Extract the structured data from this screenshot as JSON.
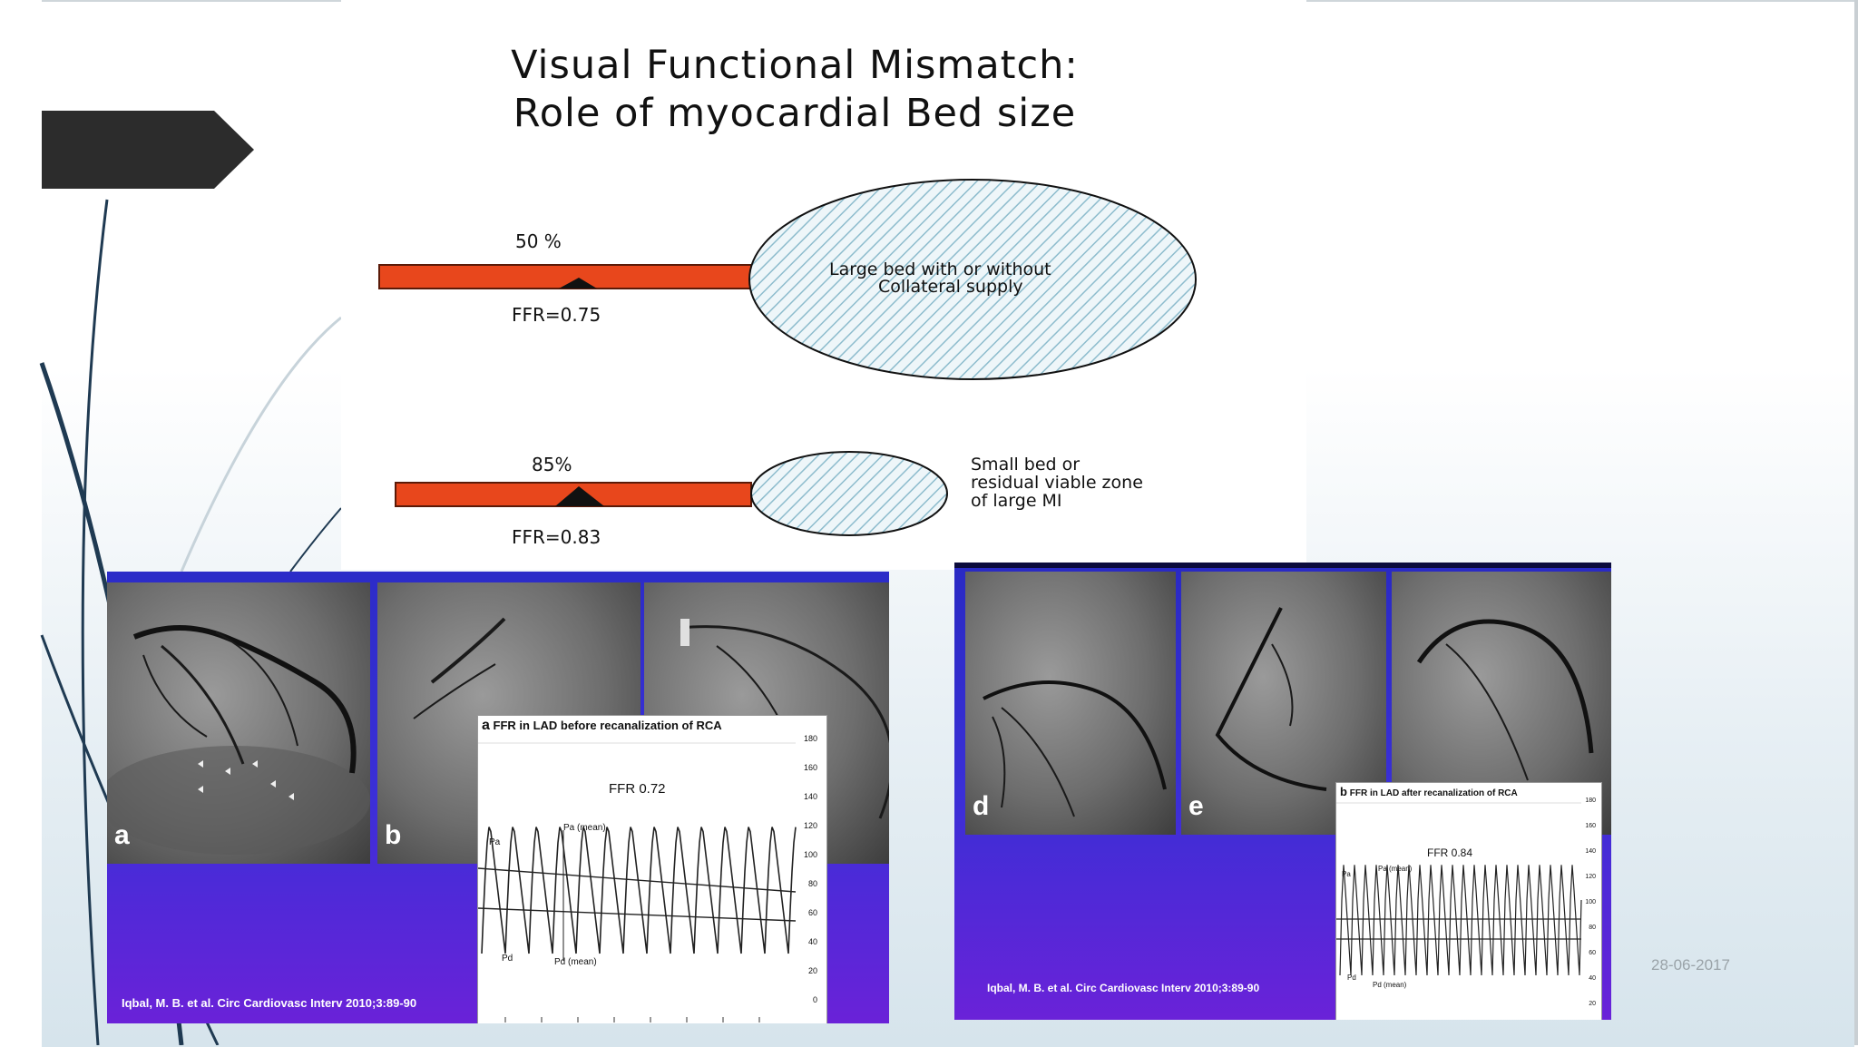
{
  "slide": {
    "title_line1": "Visual Functional Mismatch:",
    "title_line2": "Role of myocardial Bed size",
    "date": "28-06-2017"
  },
  "diagram": {
    "top": {
      "stenosis": "50 %",
      "ffr": "FFR=0.75",
      "bed_line1": "Large bed with or without",
      "bed_line2": "Collateral supply"
    },
    "bottom": {
      "stenosis": "85%",
      "ffr": "FFR=0.83",
      "bed_line1": "Small bed or",
      "bed_line2": "residual viable zone",
      "bed_line3": "of large MI"
    },
    "colors": {
      "vessel": "#e8471c",
      "ellipse_hatch": "#7fb3c8"
    }
  },
  "figure_left": {
    "frames": [
      "a",
      "b"
    ],
    "ffr_chart": {
      "header_letter": "a",
      "header": "FFR in LAD before recanalization of RCA",
      "value": "FFR 0.72",
      "pa_label": "Pa",
      "pa_mean_label": "Pa (mean)",
      "pd_label": "Pd",
      "pd_mean_label": "Pd (mean)",
      "y_ticks": [
        "180",
        "160",
        "140",
        "120",
        "100",
        "80",
        "60",
        "40",
        "20",
        "0"
      ]
    },
    "citation": "Iqbal, M. B. et al. Circ Cardiovasc Interv 2010;3:89-90"
  },
  "figure_right": {
    "frames": [
      "d",
      "e"
    ],
    "ffr_chart": {
      "header_letter": "b",
      "header": "FFR in LAD after recanalization of RCA",
      "value": "FFR 0.84",
      "pa_label": "Pa",
      "pa_mean_label": "Pa (mean)",
      "pd_label": "Pd",
      "pd_mean_label": "Pd (mean)",
      "y_ticks": [
        "180",
        "160",
        "140",
        "120",
        "100",
        "80",
        "60",
        "40",
        "20"
      ]
    },
    "citation": "Iqbal, M. B. et al. Circ Cardiovasc Interv 2010;3:89-90"
  }
}
